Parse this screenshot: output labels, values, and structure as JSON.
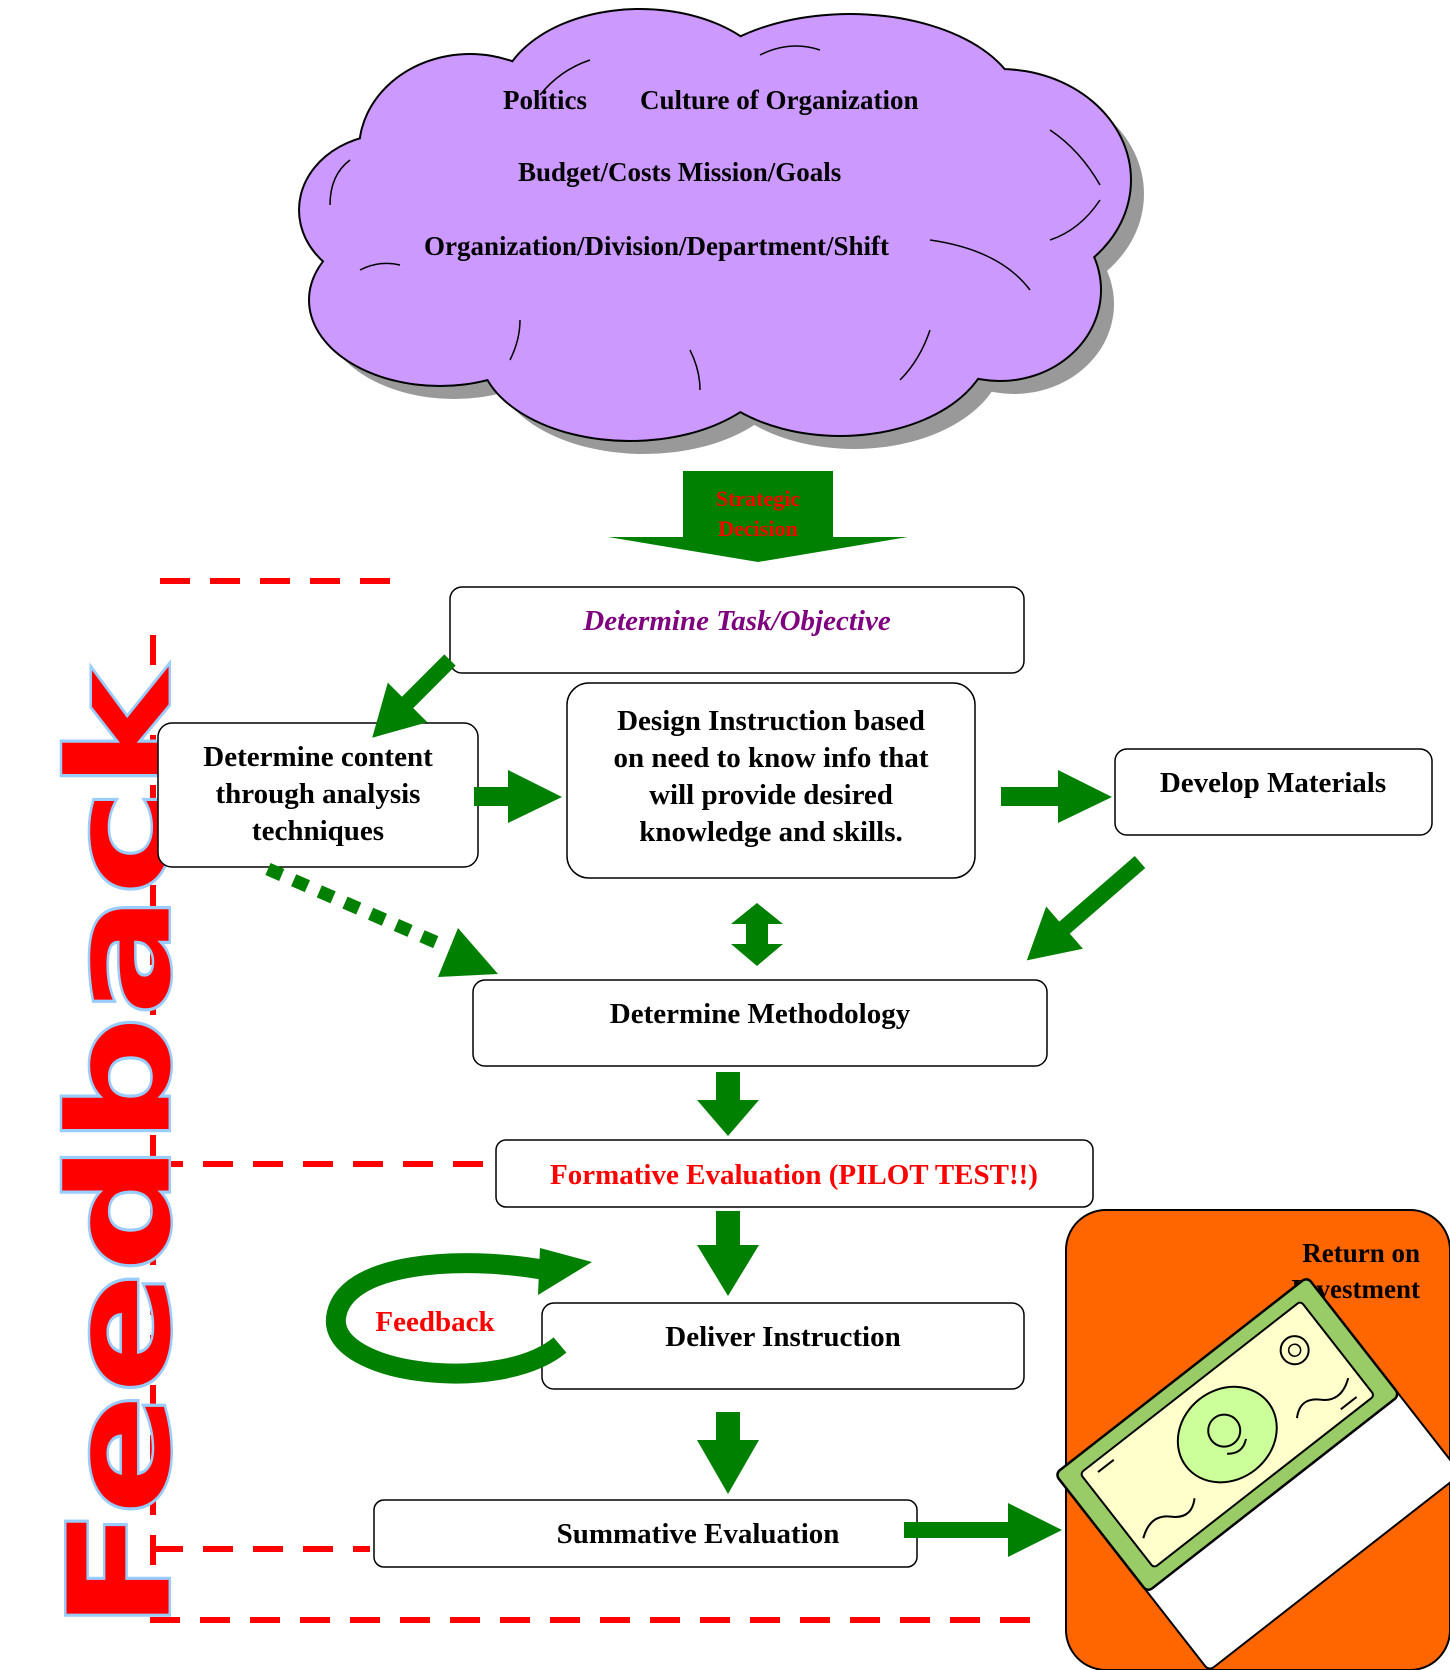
{
  "cloud": {
    "line1_left": "Politics",
    "line1_right": "Culture of Organization",
    "line2": "Budget/Costs  Mission/Goals",
    "line3": "Organization/Division/Department/Shift"
  },
  "strategic_arrow": {
    "line1": "Strategic",
    "line2": "Decision"
  },
  "boxes": {
    "determine_task": "Determine Task/Objective",
    "determine_content": [
      "Determine content",
      "through analysis",
      "techniques"
    ],
    "design_instruction": [
      "Design Instruction based",
      "on need to know info that",
      "will provide desired",
      "knowledge and skills."
    ],
    "develop_materials": "Develop Materials",
    "determine_methodology": "Determine Methodology",
    "formative_evaluation": "Formative Evaluation (PILOT TEST!!)",
    "deliver_instruction": "Deliver Instruction",
    "summative_evaluation": "Summative Evaluation"
  },
  "feedback_loop_label": "Feedback",
  "side_banner": "Feedback",
  "roi": {
    "line1": "Return on",
    "line2": "Investment"
  },
  "colors": {
    "cloud_fill": "#cc99ff",
    "cloud_shadow": "#999999",
    "arrow_green": "#008000",
    "dashed_red": "#ff0000",
    "task_purple": "#7f007f",
    "formative_red": "#ff0000",
    "roi_orange": "#ff6600",
    "banner_red": "#ff0000",
    "banner_outline": "#99ccff"
  }
}
